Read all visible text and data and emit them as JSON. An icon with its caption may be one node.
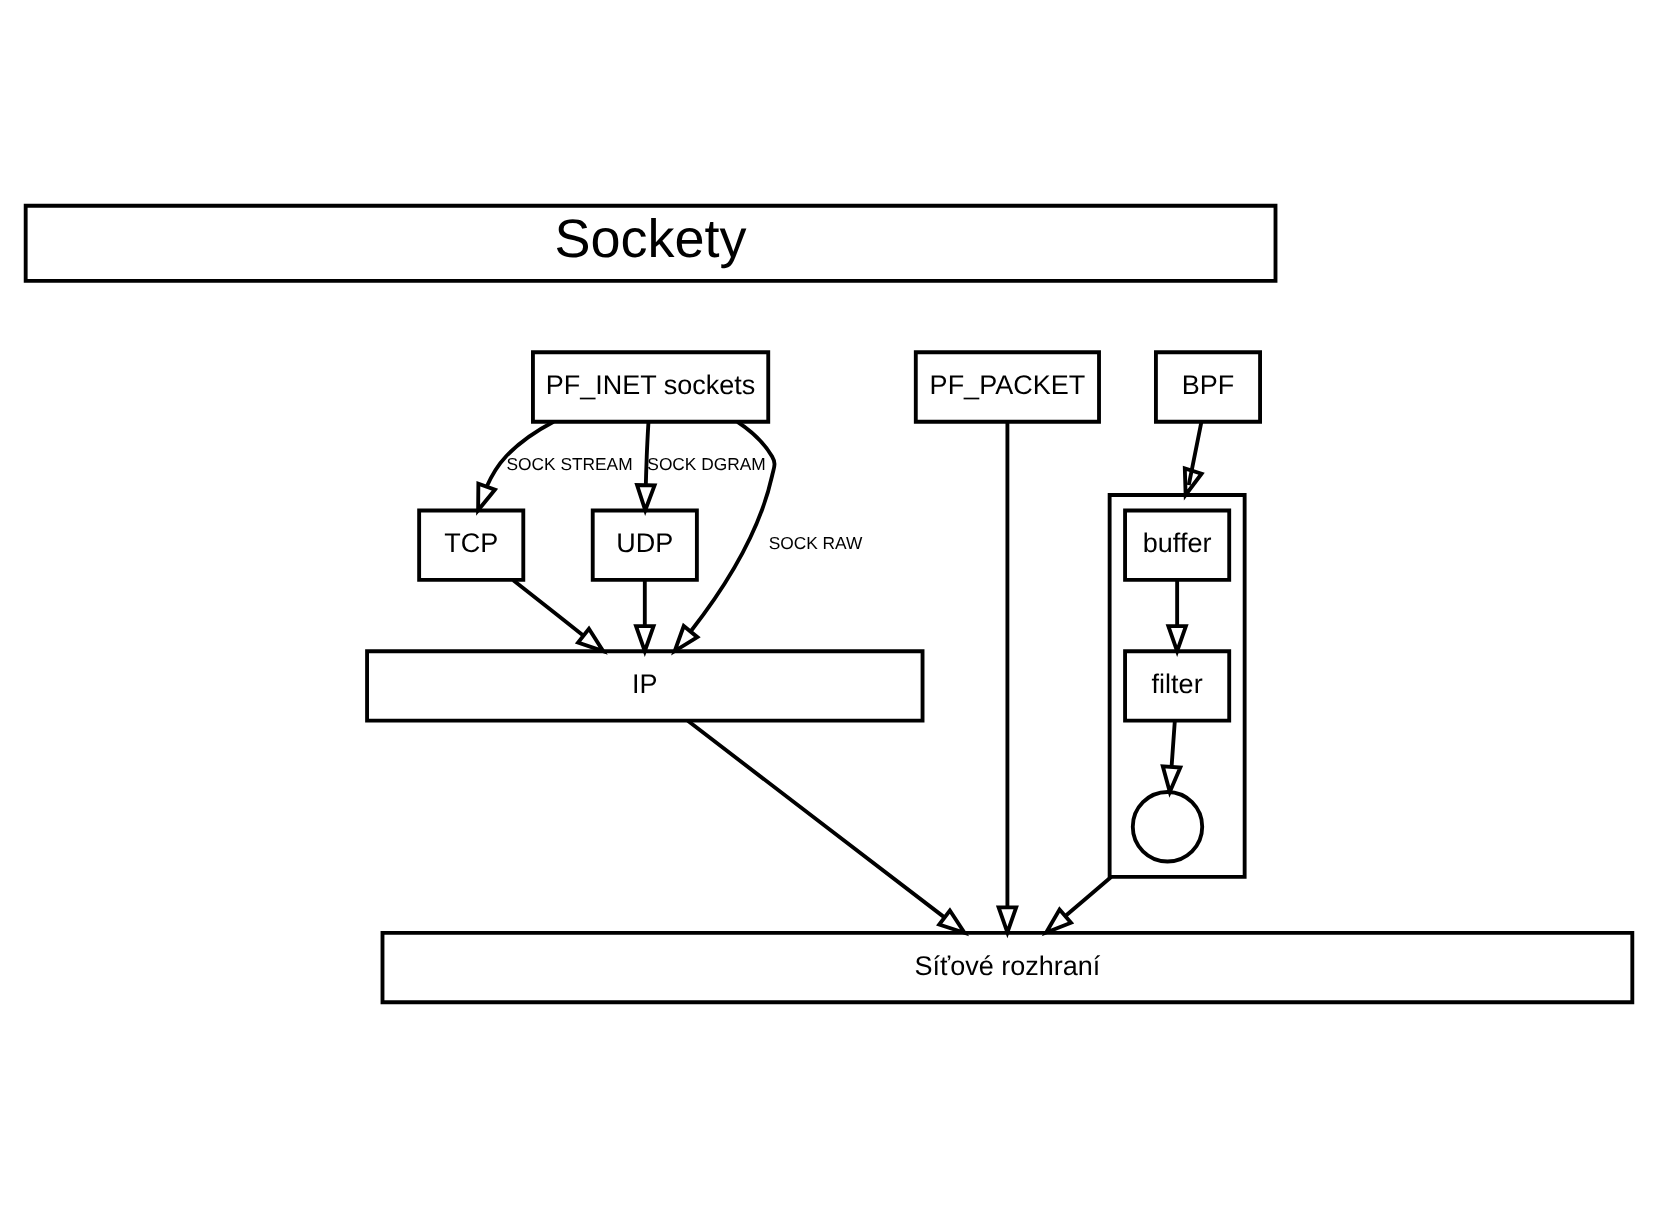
{
  "diagram": {
    "nodes": [
      {
        "text": [
          "Sockety"
        ]
      },
      {
        "text": [
          "PF_INET sockets"
        ]
      },
      {
        "text": [
          "PF_PACKET"
        ]
      },
      {
        "text": [
          "BPF"
        ]
      },
      {
        "text": [
          "TCP"
        ]
      },
      {
        "text": [
          "UDP"
        ]
      },
      {
        "text": [
          "IP"
        ]
      },
      {
        "text": [],
        "shape": "box"
      },
      {
        "text": [
          "buffer"
        ],
        "in": 7
      },
      {
        "text": [
          "filter"
        ],
        "in": 7
      },
      {
        "text": [],
        "shape": "circle",
        "in": 7
      },
      {
        "text": [
          "Síťové rozhraní"
        ]
      }
    ],
    "edges": [
      {
        "from": 1,
        "to": 4,
        "arrow": "to",
        "label": "SOCK STREAM"
      },
      {
        "from": 1,
        "to": 6,
        "arrow": "to",
        "label": "SOCK RAW"
      },
      {
        "from": 1,
        "to": 5,
        "arrow": "to",
        "label": "SOCK DGRAM"
      },
      {
        "from": 2,
        "to": 11,
        "arrow": "to"
      },
      {
        "from": 3,
        "to": 7,
        "arrow": "to"
      },
      {
        "from": 4,
        "to": 6,
        "arrow": "to"
      },
      {
        "from": 5,
        "to": 6,
        "arrow": "to"
      },
      {
        "from": 8,
        "to": 9,
        "arrow": "to"
      },
      {
        "from": 9,
        "to": 10,
        "arrow": "to"
      },
      {
        "from": 6,
        "to": 11,
        "arrow": "to"
      },
      {
        "from": 7,
        "to": 11,
        "arrow": "to"
      }
    ]
  }
}
